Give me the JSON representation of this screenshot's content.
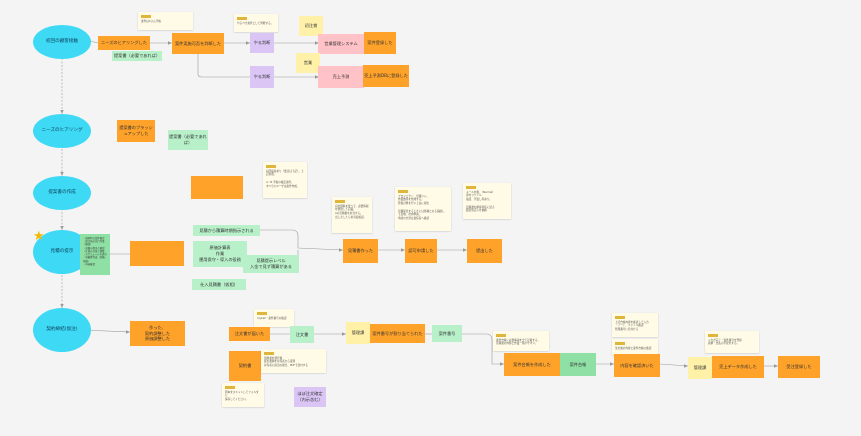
{
  "rows": [
    {
      "id": "r1",
      "label": "初回の顧客接触"
    },
    {
      "id": "r2",
      "label": "ニーズのヒアリング"
    },
    {
      "id": "r3",
      "label": "提案書の作成"
    },
    {
      "id": "r4",
      "label": "見積の提示"
    },
    {
      "id": "r5",
      "label": "契約締結(仮注)"
    }
  ],
  "nodes": {
    "needs_hearing": "ニーズのヒアリングした",
    "proposal_optional": "提案書（必要であれば）",
    "business_judgment": "案件実施可否を判断した",
    "do_judgment_1": "やる判断",
    "do_judgment_2": "やる判断",
    "initial_contact": "初注賞",
    "sales_approach": "営業",
    "sales_mgmt_system": "営業管理システム",
    "case_registered": "案件登録した",
    "sales_forecast": "売上予測",
    "sales_forecast_registered": "売上予測DBに登録した",
    "proposal_brushup": "提案書のブラッシュアップした",
    "proposal_needed": "提案書（必要であれば）",
    "estimate_requested": "見積から積算時期指示される",
    "estimate_details": "原価計算表\n作業\n運用保守・導入の役務",
    "spec_level": "見積提示レベル\n入金で見ず積算がある",
    "purchase_estimate": "仕入見積書（仮相）",
    "estimate_created": "見積書作った",
    "approval_done": "認可申請した",
    "submitted": "提出した",
    "contract_adjust": "作った、\n契約調整した\n原価調整した",
    "order_received": "注文書が届いた",
    "order_doc": "注文書",
    "mgmt_ledger_1": "管理課",
    "case_number_assigned": "案件番号が割り当てられた",
    "case_number": "案件番号",
    "contract": "契約書",
    "almost_confirmed": "ほぼ注文確定\n（内示含む）",
    "ledger_created": "案件台帳を作成した",
    "case_ledger": "案件台帳",
    "content_confirmed": "内容を確認済いた",
    "mgmt_ledger_2": "管理課",
    "sales_data_created": "売上データ作成した",
    "order_registered": "受注登録した",
    "checklist": "・契約時の案件確定\n・受注前の先行作業（確認）\n・見積の提出と確認\n・仕様の合意と調整\n・スケジュールの提示\n・見積書作成（見積・見積）\n・内容確認"
  },
  "notes": {
    "n1": "案件はAさん手帳",
    "n2": "やるべき案件として判断する。",
    "n3": "初回提案あり（要点は下記）。上記参照。\n\nA／B 手帳の確定案件。\nすべてのユーザは案件作成。",
    "n4": "自社資料を使って、必要情報を整理して記載。\nAの見積書を担当する。\n出しましたら担当者確認。",
    "n5": "プロジェクト、見積り入、\n作業数等を作成する。\n原価計算を行い上長に報告\n\n見積提出するときには各種となる指摘し\nて反映、社内申請。\n申請の方針は責任者へ確認",
    "n6": "メール文書、（Normal）\n添付ファイル\n電話、手渡し等あり。\n\n見積書を顧客専任に送る\n郵送等記入を依頼",
    "n7": "mybell・案件番号の確認",
    "n8": "契約書を発行後\n提出書類を担当者から受理\n担当者に提出の報告、PDFで送付する",
    "n9": "原本をスキャンしてフォルダに\n保存してください。",
    "n10": "案件台帳に必要事項を全て記載する。\n見積書の内容と作業一覧のサマリ。",
    "n11": "上記台帳内容を確認して入力\n・ノート、ファイル確認\n管理番号に名付ける",
    "n12": "注文書の内容と案件台帳の確認",
    "n13": "入力が完了・案件番号を登録\n請求・支払の手配をする。"
  }
}
